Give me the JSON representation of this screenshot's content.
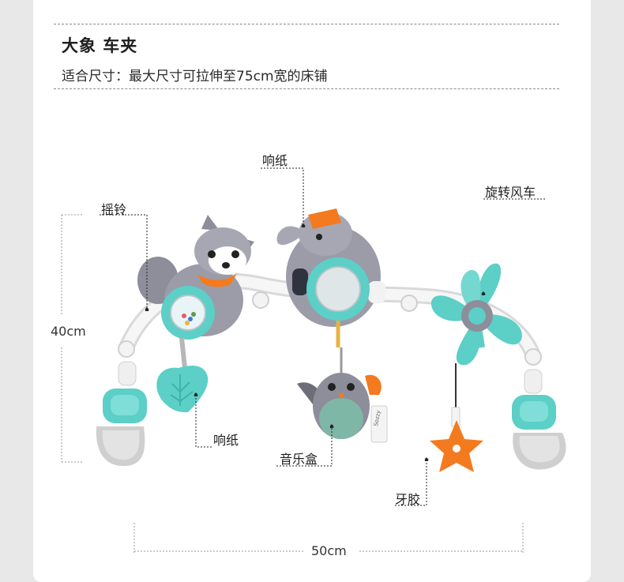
{
  "header": {
    "title": "大象 车夹",
    "subtitle": "适合尺寸：最大尺寸可拉伸至75cm宽的床铺"
  },
  "callouts": {
    "rattle": "摇铃",
    "crinkle_top": "响纸",
    "pinwheel": "旋转风车",
    "crinkle_bottom": "响纸",
    "music_box": "音乐盒",
    "teether": "牙胶"
  },
  "dimensions": {
    "height": "40cm",
    "width": "50cm"
  },
  "tag_text": "Sozzy",
  "colors": {
    "teal": "#5ccfc7",
    "grey": "#8d8e9a",
    "orange": "#f47a20",
    "arch": "#efefef"
  }
}
